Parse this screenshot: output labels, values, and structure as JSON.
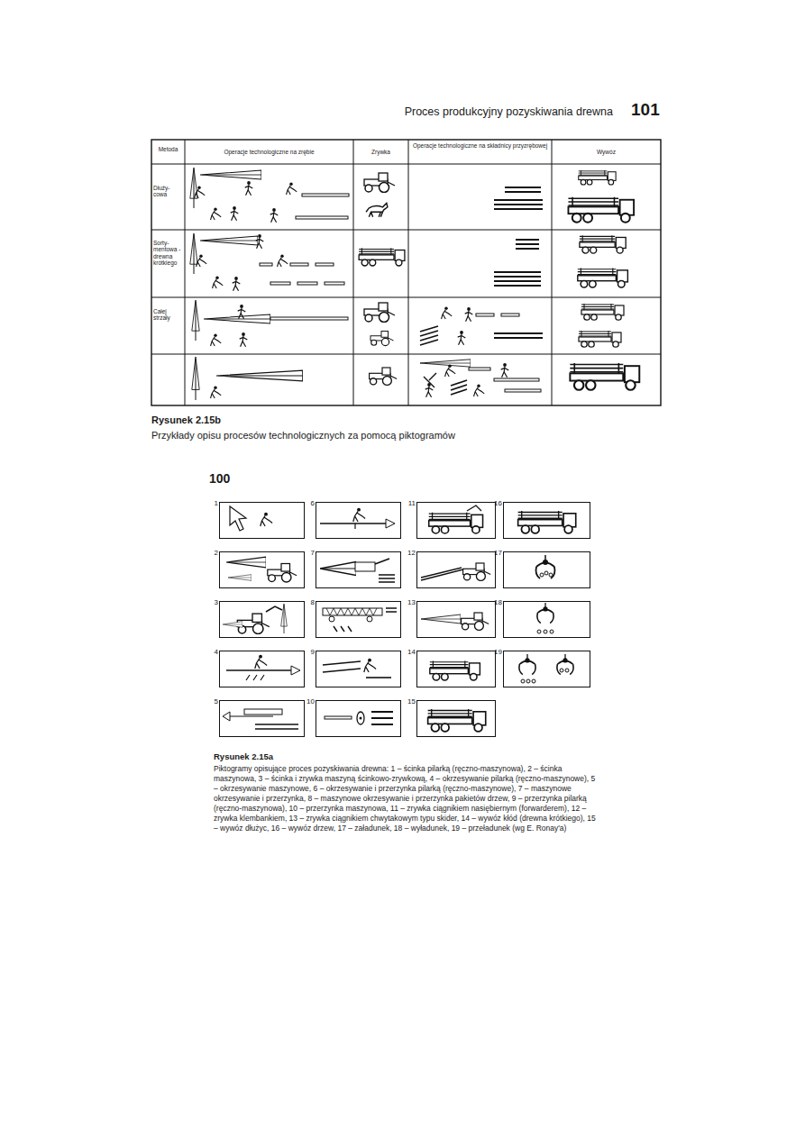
{
  "diagram": {
    "nodes": [
      {
        "text": [
          "1"
        ]
      },
      {
        "text": [
          "2"
        ]
      },
      {
        "text": [
          "3"
        ]
      },
      {
        "text": [
          "4"
        ]
      },
      {
        "text": [
          "5"
        ]
      },
      {
        "text": [
          "6"
        ]
      },
      {
        "text": [
          "7"
        ]
      },
      {
        "text": [
          "8"
        ]
      },
      {
        "text": [
          "9"
        ]
      },
      {
        "text": [
          "10"
        ]
      },
      {
        "text": [
          "11"
        ]
      },
      {
        "text": [
          "12"
        ]
      },
      {
        "text": [
          "13"
        ]
      },
      {
        "text": [
          "14"
        ]
      },
      {
        "text": [
          "15"
        ]
      },
      {
        "text": [
          "16"
        ]
      },
      {
        "text": [
          "17"
        ]
      },
      {
        "text": [
          "18"
        ]
      },
      {
        "text": [
          "19"
        ]
      }
    ],
    "labels": [
      "Proces produkcyjny pozyskiwania drewna",
      "101",
      "Metoda",
      "Operacje technologiczne na zrębie",
      "Zrywka",
      "Operacje technologiczne na składnicy przyzrębowej",
      "Wywóz",
      "Dłuży- cowa",
      "Sorty- mentowa - drewna krótkiego",
      "Całej strzały",
      "Rysunek 2.15b",
      "Przykłady opisu procesów technologicznych za pomocą piktogramów",
      "100",
      "Rysunek 2.15a",
      "Piktogramy opisujące proces pozyskiwania drewna: 1 – ścinka pilarką (ręczno-maszynowa), 2 – ścinka maszynowa, 3 – ścinka i zrywka maszyną ścinkowo-zrywkową, 4 – okrzesywanie pilarką (ręczno-maszynowe), 5 – okrzesywanie maszynowe, 6 – okrzesywanie i przerzynka pilarką (ręczno-maszynowe), 7 – maszynowe okrzesywanie i przerzynka, 8 – maszynowe okrzesywanie i przerzynka pakietów drzew, 9 – przerzynka pilarką (ręczno-maszynowa), 10 – przerzynka maszynowa, 11 – zrywka ciągnikiem nasiębiernym (forwarderem), 12 – zrywka klembankiem, 13 – zrywka ciągnikiem chwytakowym typu skider, 14 – wywóz kłód (drewna krótkiego), 15 – wywóz dłużyc, 16 – wywóz drzew, 17 – załadunek, 18 – wyładunek, 19 – przeładunek (wg E. Ronay'a)"
    ]
  }
}
